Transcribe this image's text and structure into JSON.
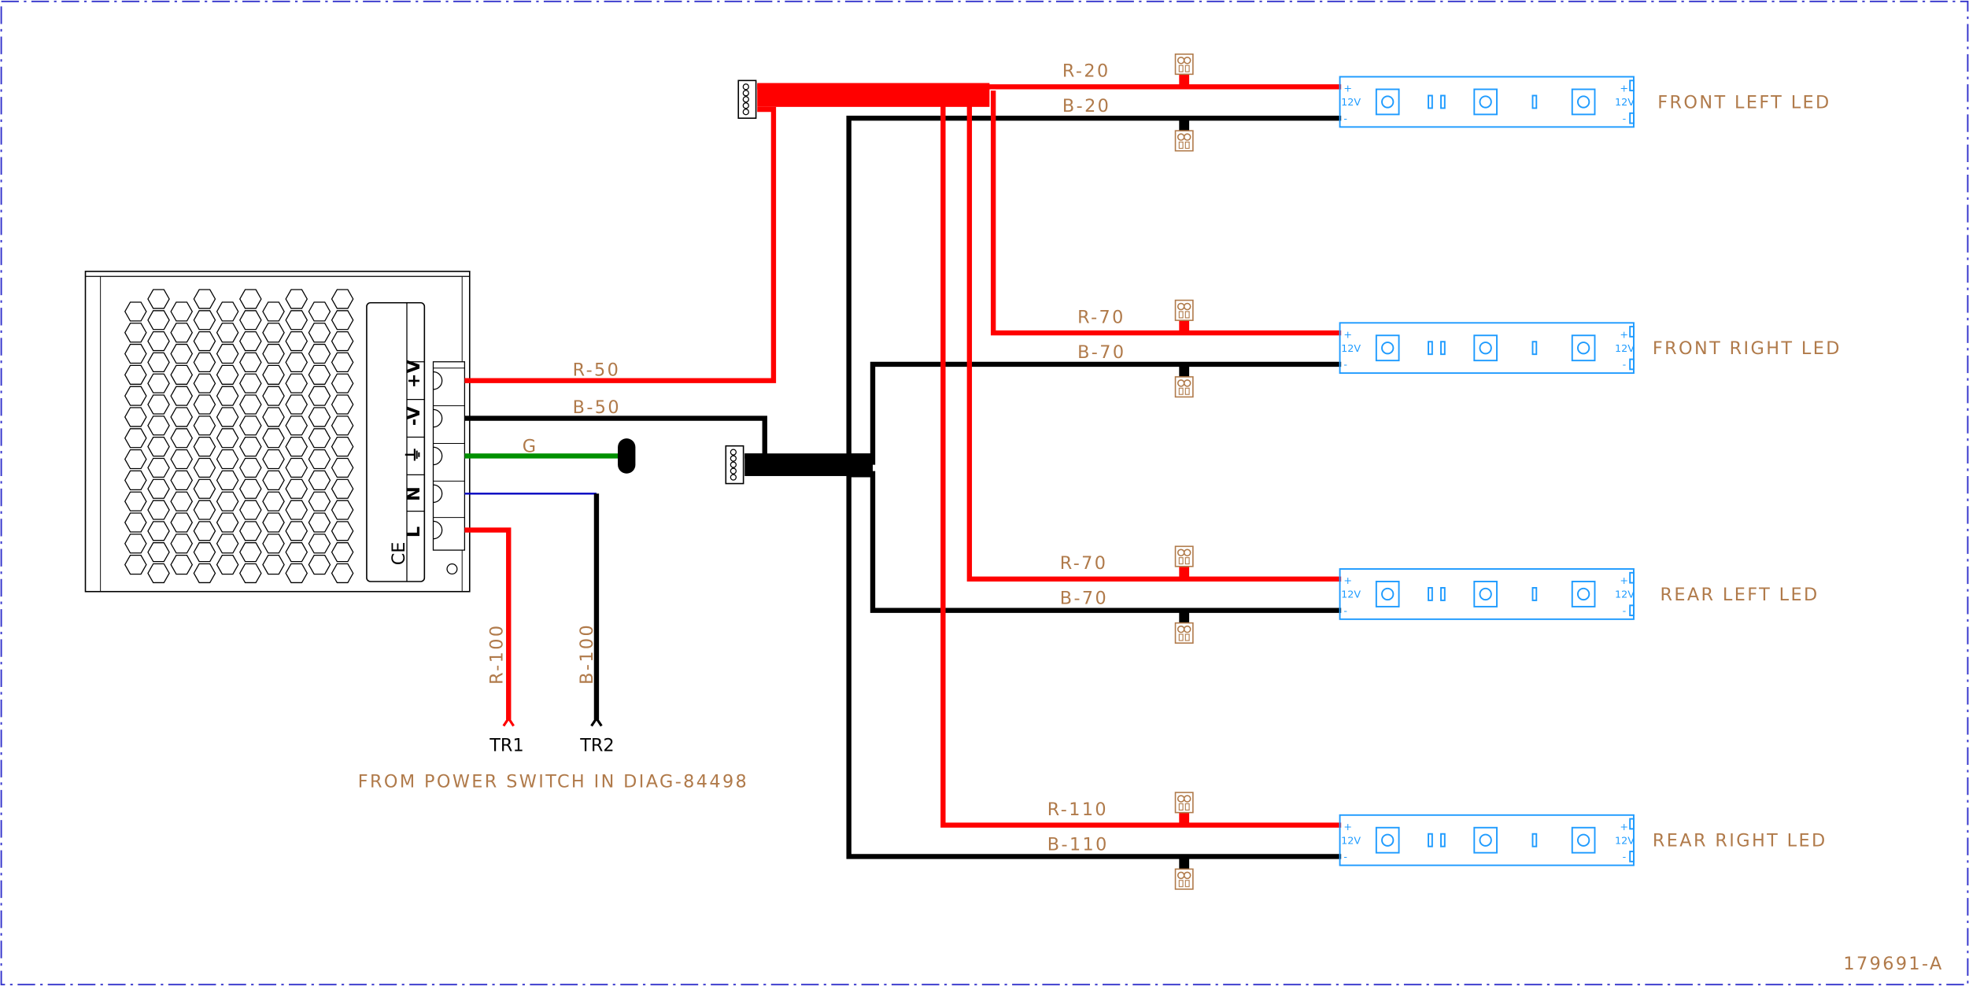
{
  "colors": {
    "red_wire": "#ff0000",
    "black_wire": "#000000",
    "ground_wire": "#009000",
    "neutral_wire": "#0000c0",
    "label": "#b07a4a",
    "led_outline": "#1e9bff",
    "border": "#3333cc"
  },
  "power_supply": {
    "terminals": [
      "+V",
      "-V",
      "⏚",
      "N",
      "L"
    ],
    "mark": "CE"
  },
  "psu_wires": {
    "positive": "R-50",
    "negative": "B-50",
    "ground": "G",
    "line": "R-100",
    "neutral": "B-100"
  },
  "inputs": {
    "tr1": "TR1",
    "tr2": "TR2",
    "note": "FROM POWER SWITCH IN DIAG-84498"
  },
  "leds": [
    {
      "name": "FRONT LEFT LED",
      "red": "R-20",
      "black": "B-20"
    },
    {
      "name": "FRONT RIGHT LED",
      "red": "R-70",
      "black": "B-70"
    },
    {
      "name": "REAR LEFT LED",
      "red": "R-70",
      "black": "B-70"
    },
    {
      "name": "REAR RIGHT LED",
      "red": "R-110",
      "black": "B-110"
    }
  ],
  "led_strip": {
    "voltage": "12V",
    "plus": "+",
    "minus": "-"
  },
  "drawing_number": "179691-A"
}
